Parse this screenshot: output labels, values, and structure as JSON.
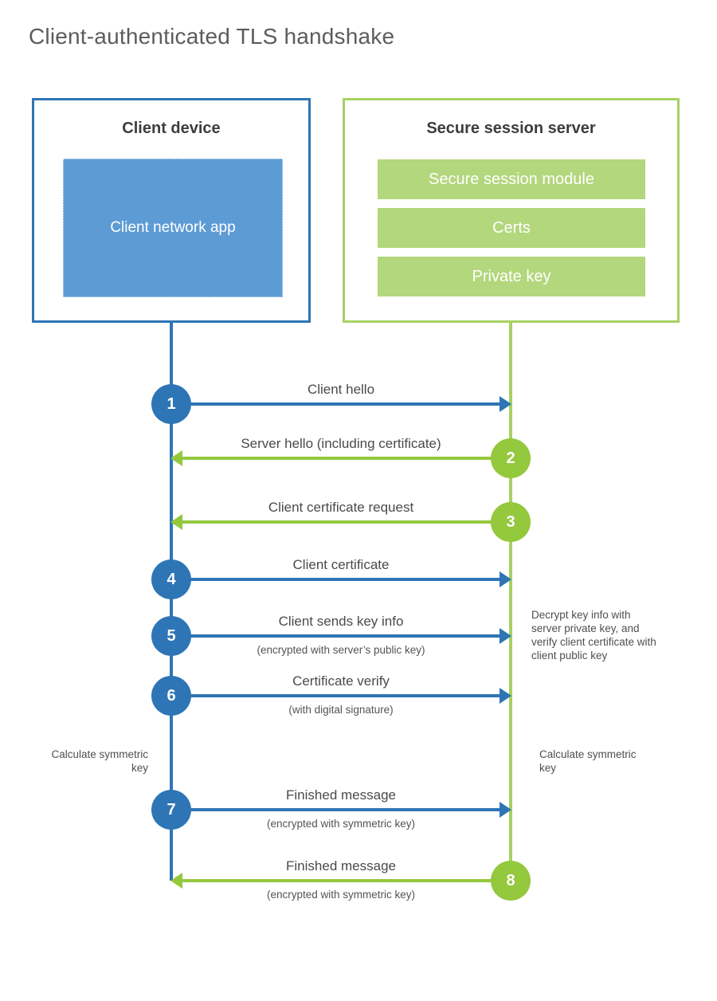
{
  "title": "Client-authenticated TLS handshake",
  "client": {
    "heading": "Client device",
    "app_label": "Client network app"
  },
  "server": {
    "heading": "Secure session server",
    "modules": [
      "Secure session module",
      "Certs",
      "Private key"
    ]
  },
  "steps": [
    {
      "num": "1",
      "label": "Client hello",
      "from": "client"
    },
    {
      "num": "2",
      "label": "Server hello (including certificate)",
      "from": "server"
    },
    {
      "num": "3",
      "label": "Client certificate request",
      "from": "server"
    },
    {
      "num": "4",
      "label": "Client certificate",
      "from": "client"
    },
    {
      "num": "5",
      "label": "Client sends key info",
      "sub": "(encrypted with server’s public key)",
      "from": "client"
    },
    {
      "num": "6",
      "label": "Certificate verify",
      "sub": "(with digital signature)",
      "from": "client"
    },
    {
      "num": "7",
      "label": "Finished message",
      "sub": "(encrypted with symmetric key)",
      "from": "client"
    },
    {
      "num": "8",
      "label": "Finished message",
      "sub": "(encrypted with symmetric key)",
      "from": "server"
    }
  ],
  "notes": {
    "decrypt": "Decrypt key info with server private key, and verify client certificate with client public key",
    "calc_left": "Calculate symmetric key",
    "calc_right": "Calculate symmetric key"
  },
  "colors": {
    "blue": "#2e75b6",
    "blue_fill": "#5c9bd4",
    "green": "#94c83d",
    "green_border": "#a6d163",
    "green_bar": "#b2d77c",
    "text_dark": "#3d3d3d",
    "text_label": "#4a4a4a",
    "title_gray": "#5c5c5c"
  }
}
